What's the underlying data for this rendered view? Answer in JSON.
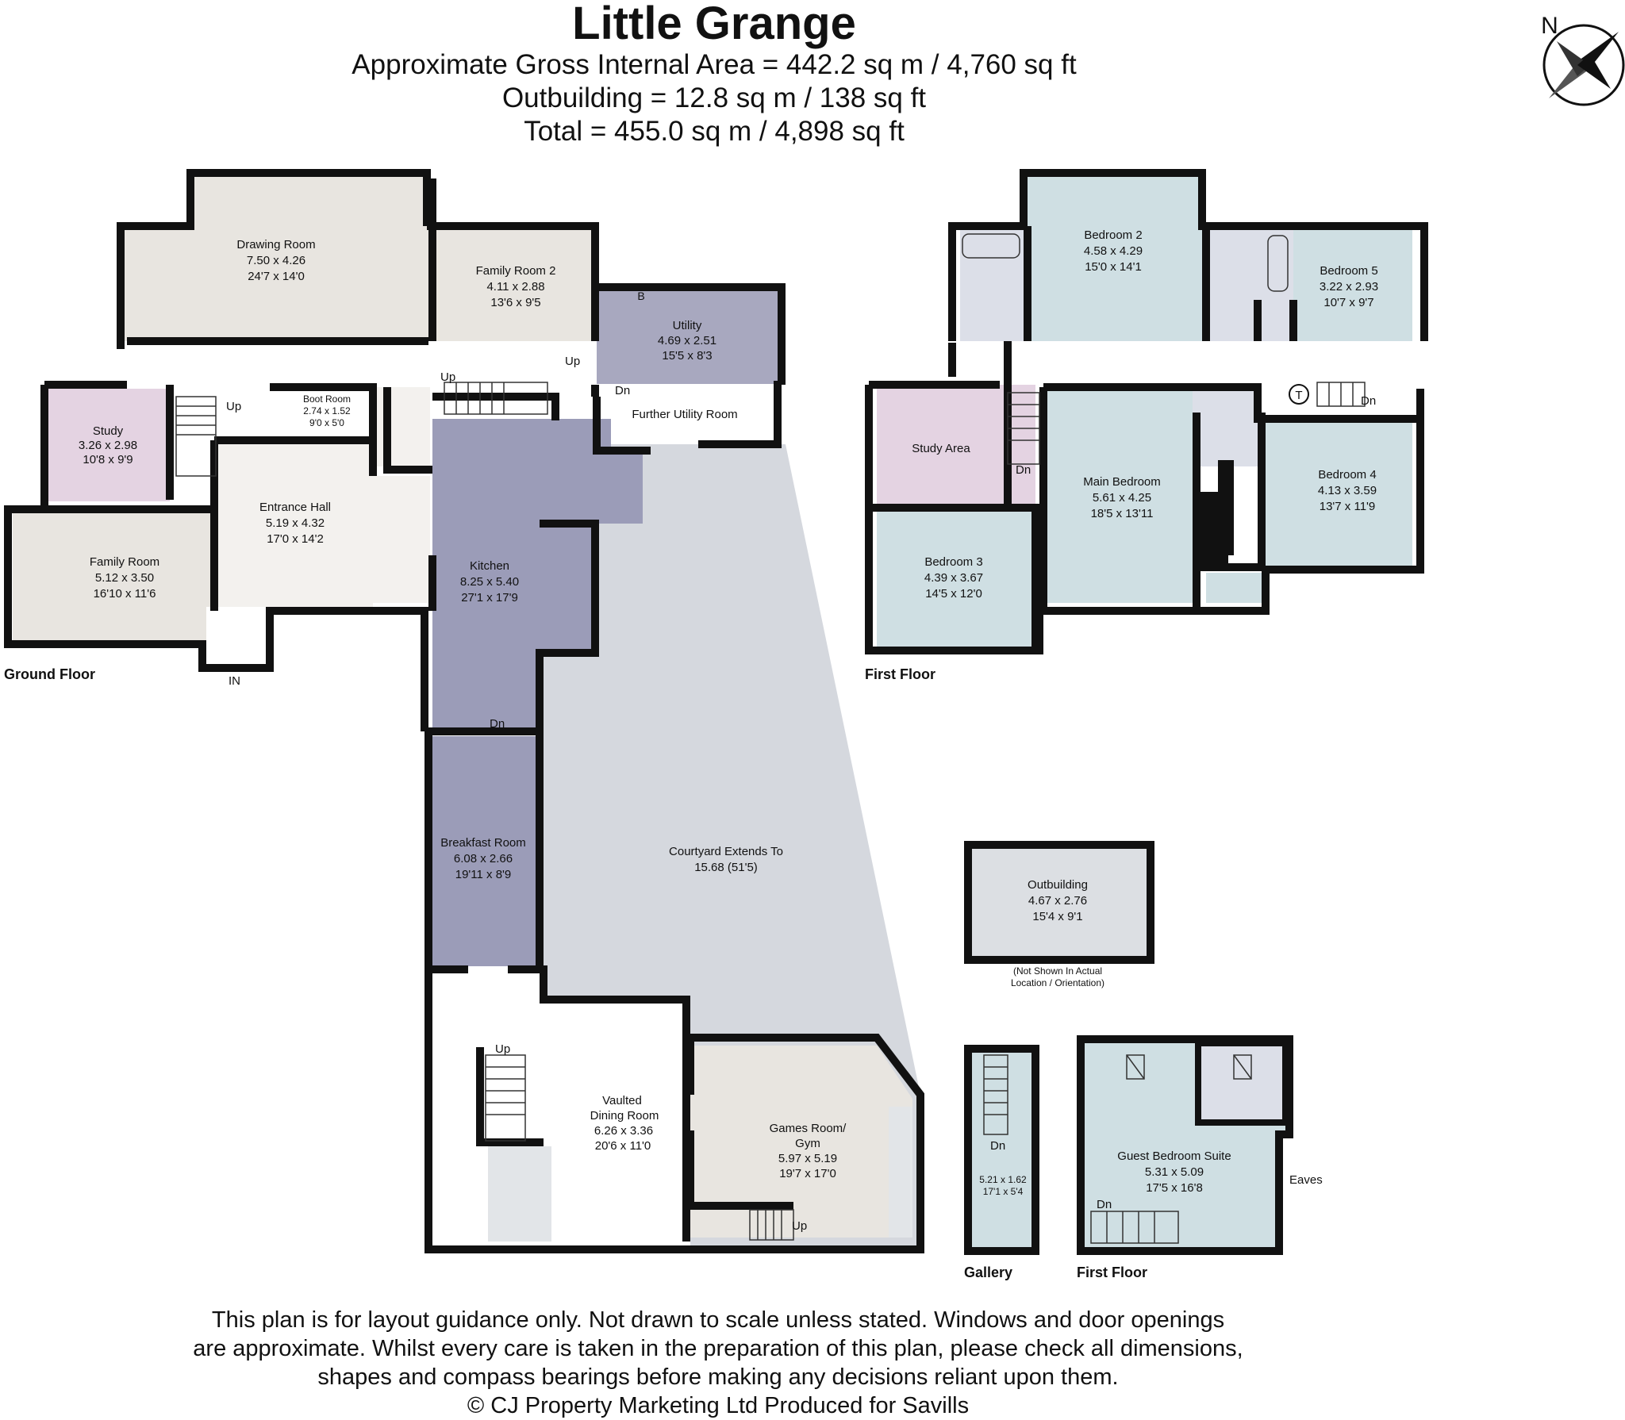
{
  "header": {
    "title": "Little Grange",
    "gross_area": "Approximate Gross Internal Area = 442.2 sq m / 4,760 sq ft",
    "outbuilding_area": "Outbuilding = 12.8 sq m / 138 sq ft",
    "total_area": "Total = 455.0 sq m / 4,898 sq ft"
  },
  "compass": {
    "label": "N"
  },
  "floor_labels": {
    "ground": "Ground Floor",
    "first": "First Floor",
    "gallery": "Gallery",
    "first_annex": "First Floor"
  },
  "colors": {
    "wall": "#111111",
    "living": "#e8e5e0",
    "study": "#e4d3e2",
    "utility": "#a8a8bf",
    "kitchen": "#9b9cb8",
    "courtyard": "#d5d8de",
    "bedroom": "#cfdfe3",
    "bath": "#dcdfe8",
    "hall": "#f3f1ee"
  },
  "rooms": {
    "drawing_room": {
      "name": "Drawing Room",
      "metric": "7.50 x 4.26",
      "imperial": "24'7 x 14'0"
    },
    "family_room_2": {
      "name": "Family Room 2",
      "metric": "4.11 x 2.88",
      "imperial": "13'6 x 9'5"
    },
    "utility": {
      "name": "Utility",
      "metric": "4.69 x 2.51",
      "imperial": "15'5 x 8'3"
    },
    "further_utility": {
      "name": "Further Utility Room"
    },
    "study": {
      "name": "Study",
      "metric": "3.26 x 2.98",
      "imperial": "10'8 x 9'9"
    },
    "boot_room": {
      "name": "Boot Room",
      "metric": "2.74 x 1.52",
      "imperial": "9'0 x 5'0"
    },
    "entrance_hall": {
      "name": "Entrance Hall",
      "metric": "5.19 x 4.32",
      "imperial": "17'0 x 14'2"
    },
    "family_room": {
      "name": "Family Room",
      "metric": "5.12 x 3.50",
      "imperial": "16'10 x 11'6"
    },
    "kitchen": {
      "name": "Kitchen",
      "metric": "8.25 x 5.40",
      "imperial": "27'1 x 17'9"
    },
    "breakfast_room": {
      "name": "Breakfast Room",
      "metric": "6.08 x 2.66",
      "imperial": "19'11 x 8'9"
    },
    "courtyard": {
      "name": "Courtyard Extends To",
      "metric": "15.68 (51'5)"
    },
    "vaulted_dining": {
      "name1": "Vaulted",
      "name2": "Dining Room",
      "metric": "6.26 x 3.36",
      "imperial": "20'6 x 11'0"
    },
    "games_room": {
      "name1": "Games Room/",
      "name2": "Gym",
      "metric": "5.97 x 5.19",
      "imperial": "19'7 x 17'0"
    },
    "bedroom_2": {
      "name": "Bedroom 2",
      "metric": "4.58 x 4.29",
      "imperial": "15'0 x 14'1"
    },
    "bedroom_5": {
      "name": "Bedroom 5",
      "metric": "3.22 x 2.93",
      "imperial": "10'7 x 9'7"
    },
    "study_area": {
      "name": "Study Area"
    },
    "main_bedroom": {
      "name": "Main Bedroom",
      "metric": "5.61 x 4.25",
      "imperial": "18'5 x 13'11"
    },
    "bedroom_4": {
      "name": "Bedroom 4",
      "metric": "4.13 x 3.59",
      "imperial": "13'7 x 11'9"
    },
    "bedroom_3": {
      "name": "Bedroom 3",
      "metric": "4.39 x 3.67",
      "imperial": "14'5 x 12'0"
    },
    "outbuilding": {
      "name": "Outbuilding",
      "metric": "4.67 x 2.76",
      "imperial": "15'4 x 9'1",
      "note1": "(Not Shown In Actual",
      "note2": "Location / Orientation)"
    },
    "gallery": {
      "metric": "5.21 x 1.62",
      "imperial": "17'1 x 5'4"
    },
    "guest_suite": {
      "name": "Guest Bedroom Suite",
      "metric": "5.31 x 5.09",
      "imperial": "17'5 x 16'8"
    }
  },
  "markers": {
    "up": "Up",
    "dn": "Dn",
    "in": "IN",
    "eaves": "Eaves",
    "boiler": "B",
    "tank": "T"
  },
  "disclaimer": {
    "line1": "This plan is for layout guidance only. Not drawn to scale unless stated. Windows and door openings",
    "line2": "are approximate. Whilst every care is taken in the preparation of this plan, please check all dimensions,",
    "line3": "shapes and compass bearings before making any decisions reliant upon them.",
    "line4": "© CJ Property Marketing Ltd Produced for Savills"
  }
}
